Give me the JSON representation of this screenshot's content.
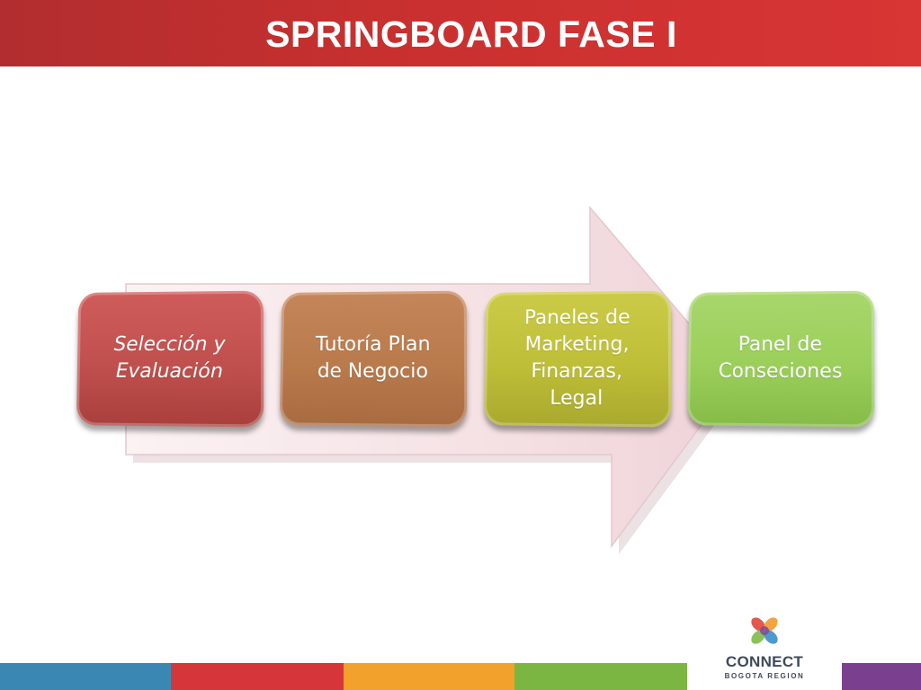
{
  "header": {
    "title": "SPRINGBOARD FASE I",
    "color": "#c9302f"
  },
  "process": {
    "arrow_color": "#f4dde1",
    "steps": [
      {
        "label": "Selección y\nEvaluación",
        "color": "#c0504d"
      },
      {
        "label": "Tutoría Plan\nde Negocio",
        "color": "#b97a4c"
      },
      {
        "label": "Paneles de\nMarketing,\nFinanzas,\nLegal",
        "color": "#bfbe38"
      },
      {
        "label": "Panel de\nConseciones",
        "color": "#9bcf5a"
      }
    ]
  },
  "logo": {
    "name": "CONNECT",
    "subtitle": "BOGOTA REGION",
    "colors": [
      "#e0453c",
      "#f29a2e",
      "#7dbb42",
      "#3a8fc6",
      "#7b4a9c"
    ]
  },
  "footer": {
    "stripe_colors": [
      "#3a87b4",
      "#d6353a",
      "#f2a22c",
      "#7bb542",
      "#7a3f8f"
    ]
  }
}
